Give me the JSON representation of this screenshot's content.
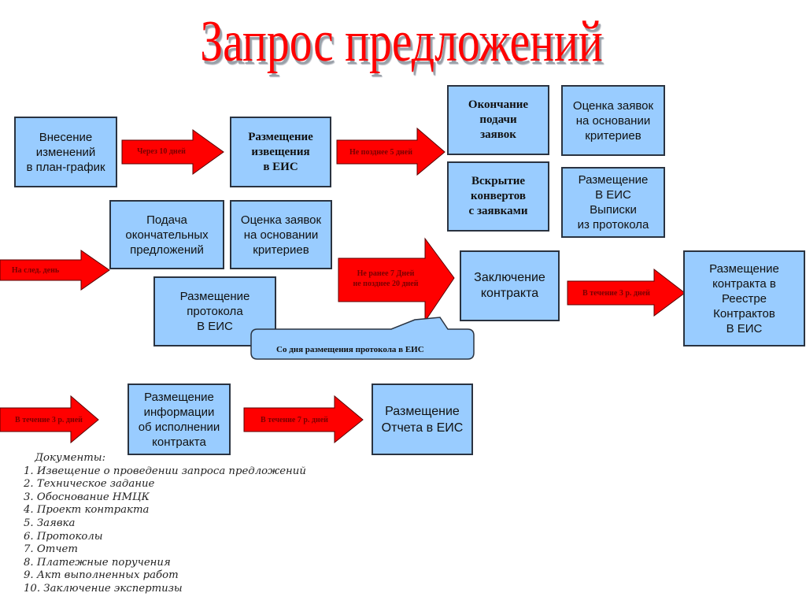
{
  "title": "Запрос предложений",
  "colors": {
    "box_fill": "#99ccff",
    "box_border": "#2a3340",
    "arrow_fill": "#ff0000",
    "arrow_text": "#7a0000",
    "title": "#ff0000"
  },
  "boxes": {
    "plan_changes": "Внесение\nизменений\nв план-график",
    "notice_posting": "Размещение\nизвещения\nв ЕИС",
    "end_submission": "Окончание\nподачи\nзаявок",
    "evaluation_top": "Оценка заявок\nна основании\nкритериев",
    "envelope_opening": "Вскрытие\nконвертов\nс заявками",
    "extract_posting": "Размещение\nВ ЕИС\nВыписки\nиз протокола",
    "final_proposals": "Подача\nокончательных\nпредложений",
    "evaluation_mid": "Оценка заявок\nна основании\nкритериев",
    "protocol_posting": "Размещение\nпротокола\nВ ЕИС",
    "contract_conclusion": "Заключение\nконтракта",
    "registry_posting": "Размещение\nконтракта в\nРеестре\nКонтрактов\nВ ЕИС",
    "execution_info": "Размещение\nинформации\nоб исполнении\nконтракта",
    "report_posting": "Размещение\nОтчета в ЕИС"
  },
  "arrows": {
    "after_10_days": "Через 10 дней",
    "not_later_5_days": "Не позднее 5 дней",
    "next_day": "На след. день",
    "between_7_20_days": "Не ранее 7  Дней\nне позднее 20 дней",
    "within_3_days_registry": "В течение 3 р. дней",
    "within_3_days_execution": "В течение 3 р. дней",
    "within_7_days": "В течение 7 р. дней"
  },
  "callout": "Со дня размещения протокола в ЕИС",
  "documents": {
    "header": "Документы:",
    "items": [
      "1. Извещение о проведении запроса предложений",
      "2. Техническое задание",
      "3. Обоснование НМЦК",
      "4. Проект контракта",
      "5. Заявка",
      "6. Протоколы",
      "7. Отчет",
      "8. Платежные поручения",
      "9. Акт выполненных работ",
      "10. Заключение экспертизы"
    ]
  }
}
